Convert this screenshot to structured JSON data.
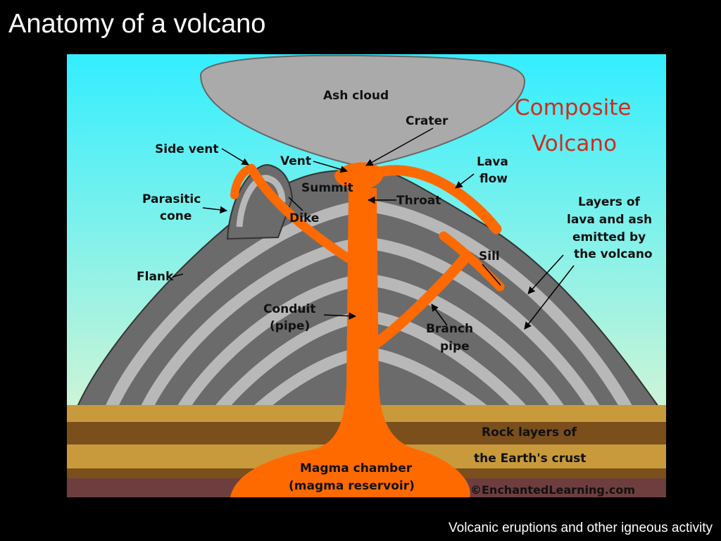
{
  "slide": {
    "title": "Anatomy of a volcano",
    "footer": "Volcanic eruptions and other igneous activity"
  },
  "diagram": {
    "heading_line1": "Composite",
    "heading_line2": "Volcano",
    "copyright": "©EnchantedLearning.com",
    "labels": {
      "ash_cloud": "Ash cloud",
      "crater": "Crater",
      "side_vent": "Side vent",
      "vent": "Vent",
      "summit": "Summit",
      "throat": "Throat",
      "lava_flow_1": "Lava",
      "lava_flow_2": "flow",
      "parasitic_cone_1": "Parasitic",
      "parasitic_cone_2": "cone",
      "dike": "Dike",
      "sill": "Sill",
      "flank": "Flank",
      "layers_1": "Layers of",
      "layers_2": "lava and ash",
      "layers_3": "emitted by",
      "layers_4": "the volcano",
      "conduit_1": "Conduit",
      "conduit_2": "(pipe)",
      "branch_pipe_1": "Branch",
      "branch_pipe_2": "pipe",
      "rock_layers_1": "Rock layers of",
      "rock_layers_2": "the Earth's crust",
      "magma_chamber_1": "Magma chamber",
      "magma_chamber_2": "(magma reservoir)"
    },
    "colors": {
      "sky_top": "#33eeff",
      "sky_bottom": "#f4f6cc",
      "magma": "#ff6a00",
      "ash_cloud": "#aaaaaa",
      "volcano_dark": "#6b6b6b",
      "volcano_light": "#b8b8b8",
      "rock_tan": "#c89a3c",
      "rock_brown": "#7a4f1c",
      "rock_maroon": "#6e3e3e",
      "heading": "#d42a1a"
    }
  }
}
